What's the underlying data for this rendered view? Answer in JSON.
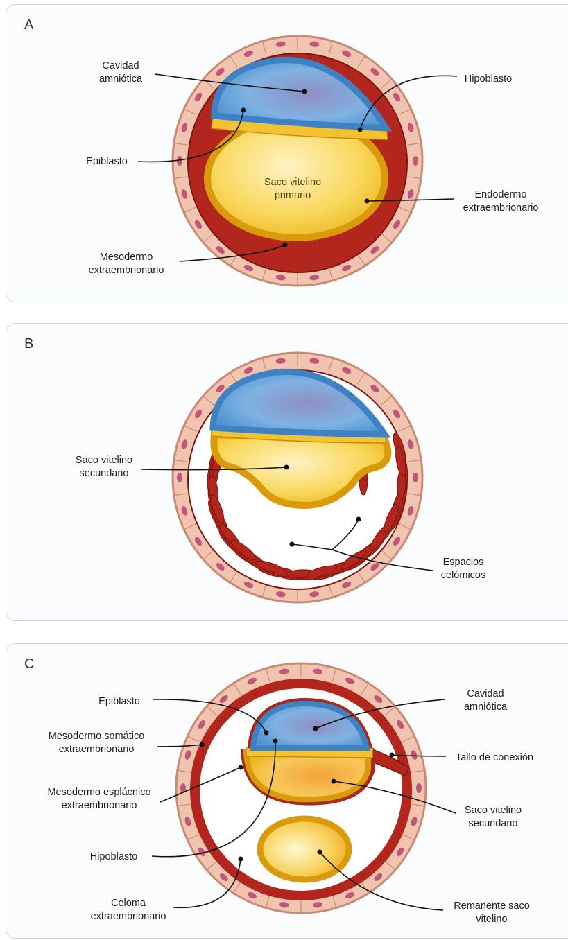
{
  "panels": [
    {
      "letter": "A",
      "labels": {
        "cavidad_1": "Cavidad",
        "cavidad_2": "amniótica",
        "hipoblasto": "Hipoblasto",
        "epiblasto": "Epiblasto",
        "saco_1": "Saco vitelino",
        "saco_2": "primario",
        "endodermo_1": "Endodermo",
        "endodermo_2": "extraembrionario",
        "mesodermo_1": "Mesodermo",
        "mesodermo_2": "extraembrionario"
      }
    },
    {
      "letter": "B",
      "labels": {
        "saco_1": "Saco vitelino",
        "saco_2": "secundario",
        "espacios_1": "Espacios",
        "espacios_2": "celómicos"
      }
    },
    {
      "letter": "C",
      "labels": {
        "epiblasto": "Epiblasto",
        "cavidad_1": "Cavidad",
        "cavidad_2": "amniótica",
        "somatico_1": "Mesodermo somático",
        "somatico_2": "extraembrionario",
        "tallo": "Tallo de conexión",
        "esplacnico_1": "Mesodermo esplácnico",
        "esplacnico_2": "extraembrionario",
        "saco_1": "Saco vitelino",
        "saco_2": "secundario",
        "hipoblasto": "Hipoblasto",
        "celoma_1": "Celoma",
        "celoma_2": "extraembrionario",
        "remanente_1": "Remanente saco",
        "remanente_2": "vitelino"
      }
    }
  ],
  "colors": {
    "trophoblast": "#f1c4b0",
    "trophoblast_edge": "#c98a73",
    "nucleus": "#c2557a",
    "mesoderm": "#b3261e",
    "mesoderm_dark": "#7e120d",
    "amnion": "#5e9fd8",
    "amnion_light": "#a9cdeb",
    "epiblast_cells": "#3f82c4",
    "yolk": "#f5c21e",
    "yolk_light": "#fbe08c",
    "yolk_edge": "#d99a0c"
  }
}
